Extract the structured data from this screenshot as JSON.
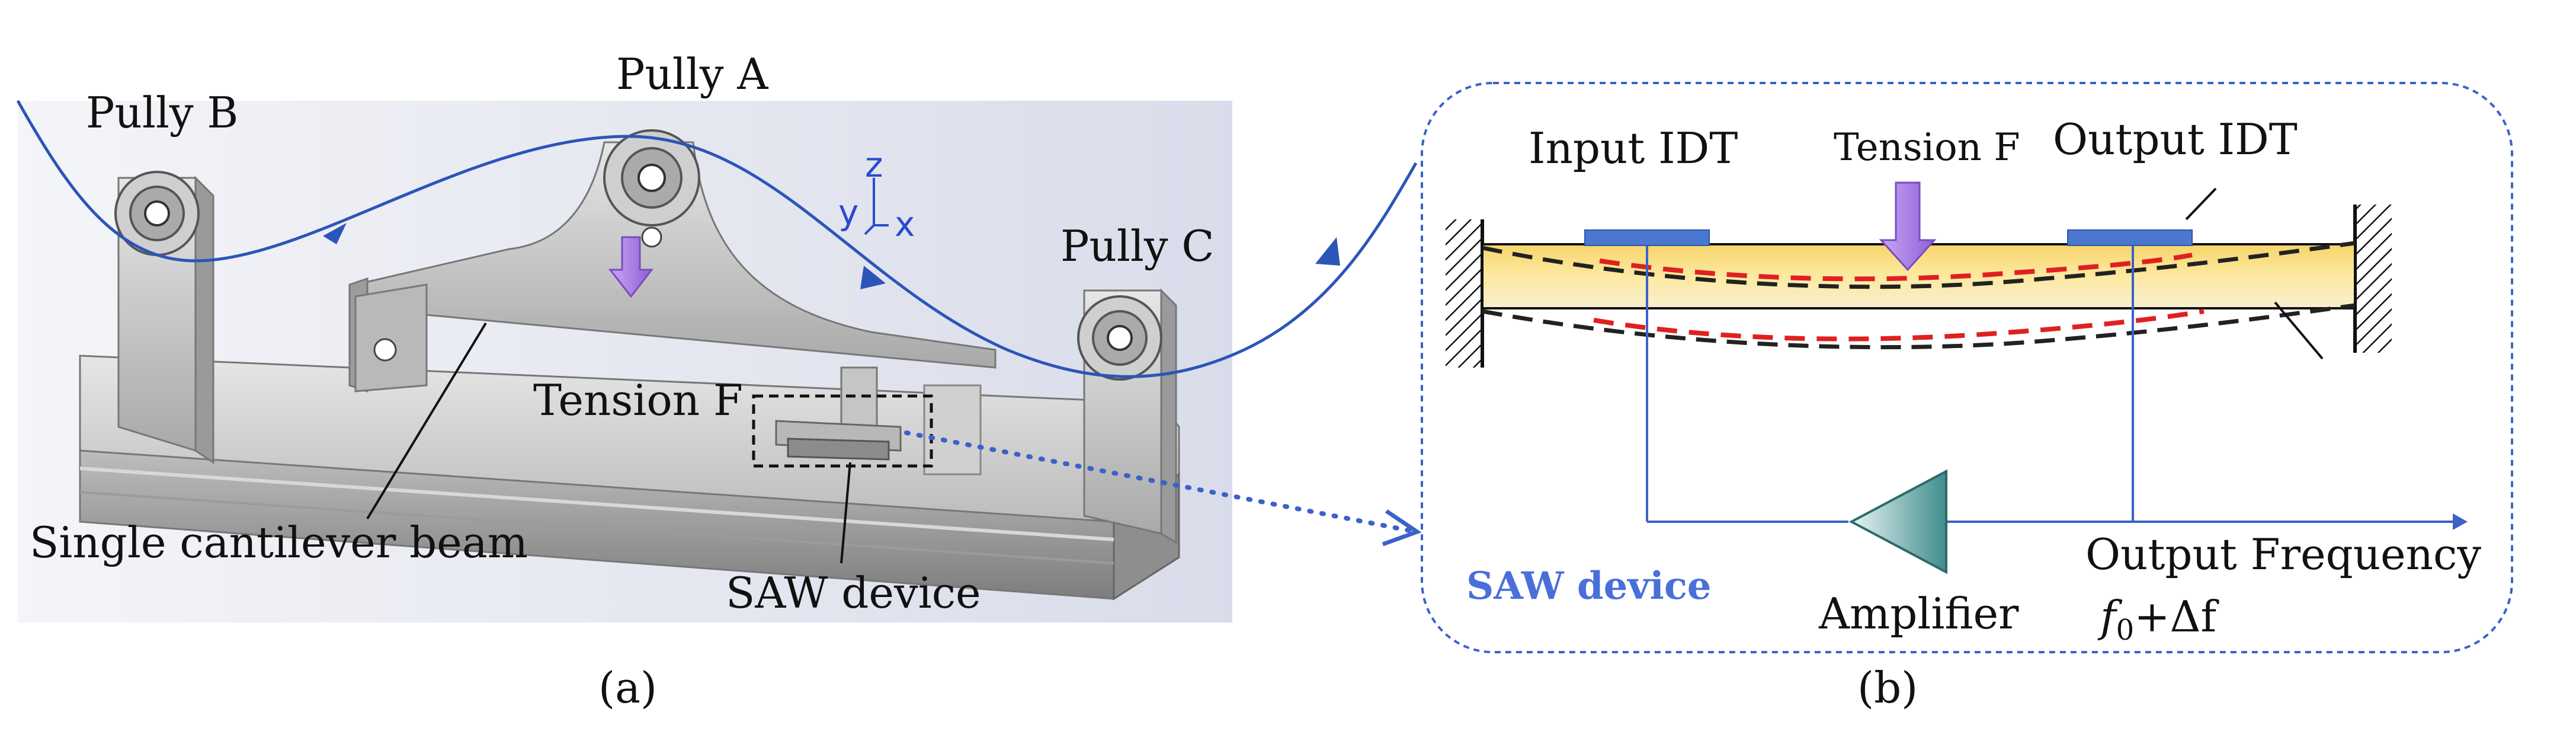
{
  "panel_a": {
    "pully_a": "Pully A",
    "pully_b": "Pully B",
    "pully_c": "Pully C",
    "axis_z": "z",
    "axis_y": "y",
    "axis_x": "x",
    "tension": "Tension F",
    "cantilever": "Single cantilever beam",
    "saw_device": "SAW device",
    "caption": "(a)"
  },
  "panel_b": {
    "input_idt": "Input IDT",
    "tension": "Tension F",
    "output_idt": "Output IDT",
    "saw_device": "SAW device",
    "amplifier": "Amplifier",
    "output_frequency": "Output Frequency",
    "f0": "f",
    "f0_sub": "0",
    "delta": "+Δf",
    "caption": "(b)"
  },
  "colors": {
    "wire": "#2b55b8",
    "arrow_purple": "#b58ae8",
    "strain_red": "#e02020",
    "idt_blue": "#4a78d0",
    "saw_title": "#4a6fd8"
  }
}
